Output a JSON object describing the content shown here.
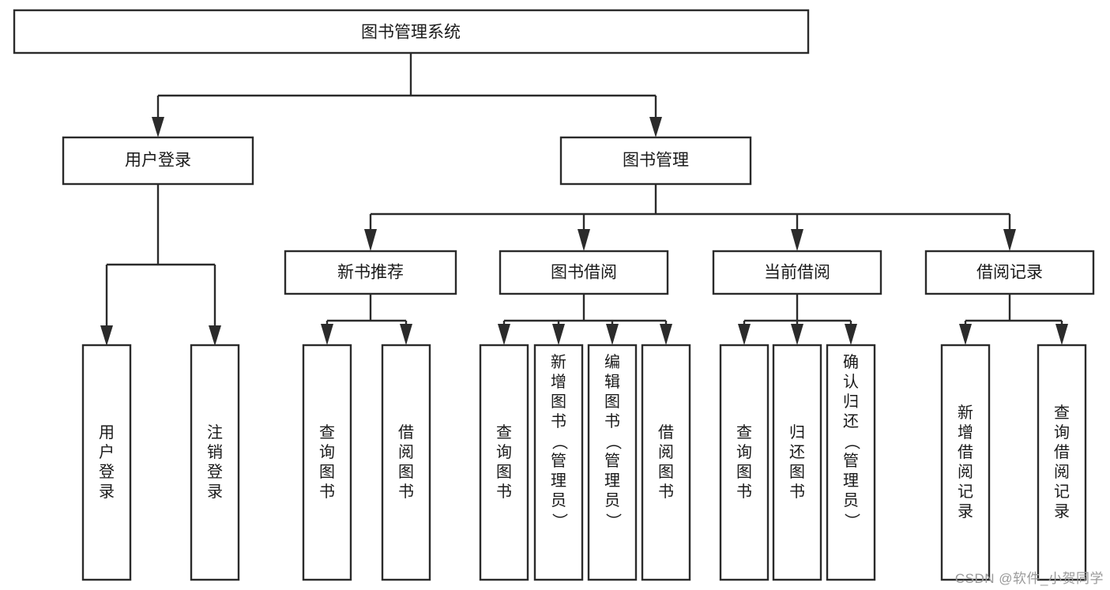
{
  "diagram": {
    "type": "tree-hierarchy",
    "title": "图书管理系统",
    "watermark": "CSDN @软件_小贺同学",
    "colors": {
      "stroke": "#2b2b2b",
      "fill": "#ffffff",
      "text": "#1a1a1a",
      "watermark": "#9a9a9a",
      "background": "#ffffff"
    },
    "root": {
      "label": "图书管理系统"
    },
    "level2": [
      {
        "label": "用户登录"
      },
      {
        "label": "图书管理"
      }
    ],
    "level3": [
      {
        "label": "新书推荐"
      },
      {
        "label": "图书借阅"
      },
      {
        "label": "当前借阅"
      },
      {
        "label": "借阅记录"
      }
    ],
    "leaves": {
      "user_login": [
        {
          "label": "用户登录",
          "chars": [
            "用",
            "户",
            "登",
            "录"
          ]
        },
        {
          "label": "注销登录",
          "chars": [
            "注",
            "销",
            "登",
            "录"
          ]
        }
      ],
      "new_book": [
        {
          "label": "查询图书",
          "chars": [
            "查",
            "询",
            "图",
            "书"
          ]
        },
        {
          "label": "借阅图书",
          "chars": [
            "借",
            "阅",
            "图",
            "书"
          ]
        }
      ],
      "borrow_book": [
        {
          "label": "查询图书",
          "chars": [
            "查",
            "询",
            "图",
            "书"
          ]
        },
        {
          "label": "新增图书（管理员）",
          "chars": [
            "新",
            "增",
            "图",
            "书",
            "（",
            "管",
            "理",
            "员",
            "）"
          ]
        },
        {
          "label": "编辑图书（管理员）",
          "chars": [
            "编",
            "辑",
            "图",
            "书",
            "（",
            "管",
            "理",
            "员",
            "）"
          ]
        },
        {
          "label": "借阅图书",
          "chars": [
            "借",
            "阅",
            "图",
            "书"
          ]
        }
      ],
      "current_borrow": [
        {
          "label": "查询图书",
          "chars": [
            "查",
            "询",
            "图",
            "书"
          ]
        },
        {
          "label": "归还图书",
          "chars": [
            "归",
            "还",
            "图",
            "书"
          ]
        },
        {
          "label": "确认归还（管理员）",
          "chars": [
            "确",
            "认",
            "归",
            "还",
            "（",
            "管",
            "理",
            "员",
            "）"
          ]
        }
      ],
      "borrow_record": [
        {
          "label": "新增借阅记录",
          "chars": [
            "新",
            "增",
            "借",
            "阅",
            "记",
            "录"
          ]
        },
        {
          "label": "查询借阅记录",
          "chars": [
            "查",
            "询",
            "借",
            "阅",
            "记",
            "录"
          ]
        }
      ]
    }
  }
}
